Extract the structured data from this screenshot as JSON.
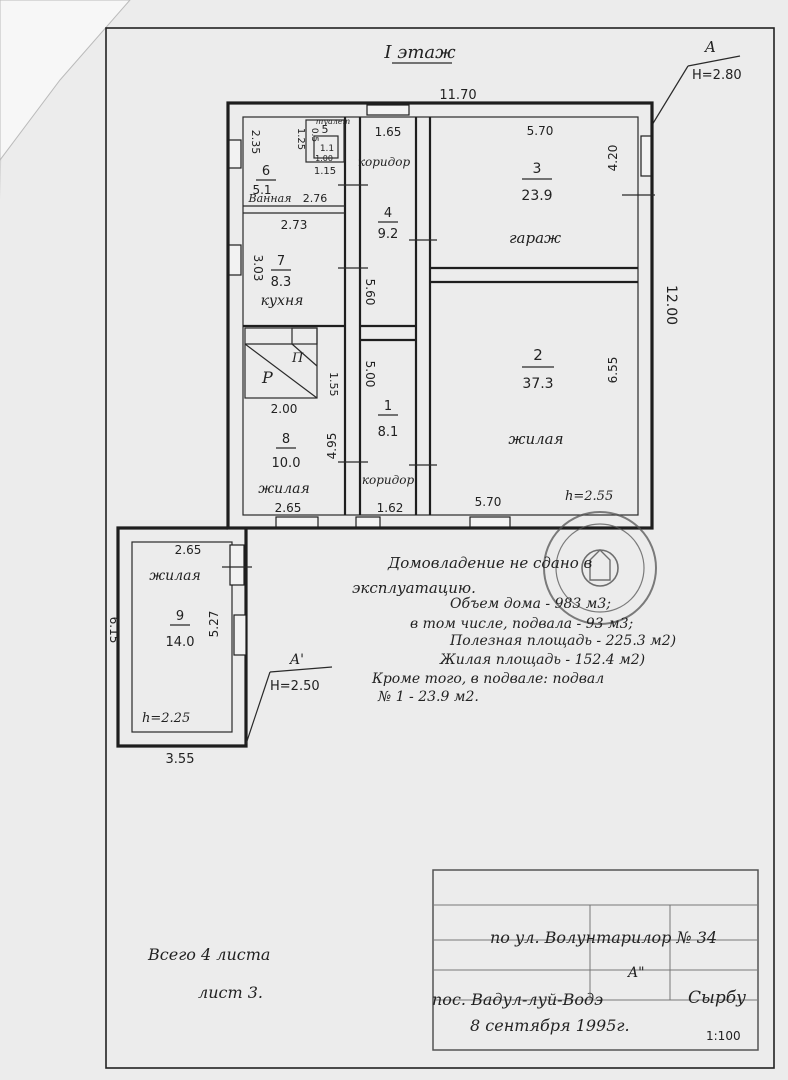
{
  "plan": {
    "floor_title": "I этаж",
    "total_width": "11.70",
    "total_depth": "12.00",
    "section_mark_top": "A",
    "height_top": "H=2.80",
    "rooms": [
      {
        "no": "1",
        "area": "8.1",
        "name": "коридор",
        "dim_w": "1.62",
        "dim_h": "5.00"
      },
      {
        "no": "2",
        "area": "37.3",
        "name": "жилая",
        "dim_w": "5.70",
        "dim_h": "6.55",
        "height": "h=2.55"
      },
      {
        "no": "3",
        "area": "23.9",
        "name": "гараж",
        "dim_w": "5.70",
        "dim_h": "4.20"
      },
      {
        "no": "4",
        "area": "9.2",
        "name": "коридор",
        "dim_w": "1.65",
        "dim_h": "5.60"
      },
      {
        "no": "5",
        "area": "1.1",
        "name": "туалет",
        "dim_w": "1.15",
        "dim_h": "1.25",
        "dim_d": "0.5",
        "dim_e": "1.00"
      },
      {
        "no": "6",
        "area": "5.1",
        "name": "Ванная",
        "dim_w": "2.76",
        "dim_h": "2.35"
      },
      {
        "no": "7",
        "area": "8.3",
        "name": "кухня",
        "dim_w": "2.73",
        "dim_h": "3.03"
      },
      {
        "no": "8",
        "area": "10.0",
        "name": "жилая",
        "dim_w": "2.65",
        "dim_h": "4.95"
      },
      {
        "no": "9",
        "area": "14.0",
        "name": "жилая",
        "dim_w": "2.65",
        "dim_h": "5.27",
        "height": "h=2.25"
      }
    ],
    "stair_labels": [
      "P",
      "П"
    ],
    "stair_dim_w": "2.00",
    "stair_dim_h": "1.55",
    "annex_width": "3.55",
    "annex_depth": "6.15",
    "section_mark_annex": "A'",
    "height_annex": "H=2.50"
  },
  "notes": [
    "Домовладение не сдано в",
    "эксплуатацию.",
    "Объем дома - 983 м3;",
    "в том числе, подвала - 93 м3;",
    "Полезная площадь - 225.3 м2)",
    "Жилая площадь - 152.4 м2)",
    "Кроме того, в подвале: подвал",
    "№ 1 - 23.9 м2."
  ],
  "footer": {
    "sheets_line1": "Всего 4 листа",
    "sheets_line2": "лист 3.",
    "address_street": "по ул. Волунтарилор № 34",
    "section_mark": "A\"",
    "address_village": "пос. Вадул-луй-Водэ",
    "surname": "Сырбу",
    "date": "8 сентября 1995г.",
    "scale": "1:100"
  },
  "colors": {
    "paper": "#eeeeee",
    "ink": "#1e1e1e",
    "stamp": "#555555"
  }
}
